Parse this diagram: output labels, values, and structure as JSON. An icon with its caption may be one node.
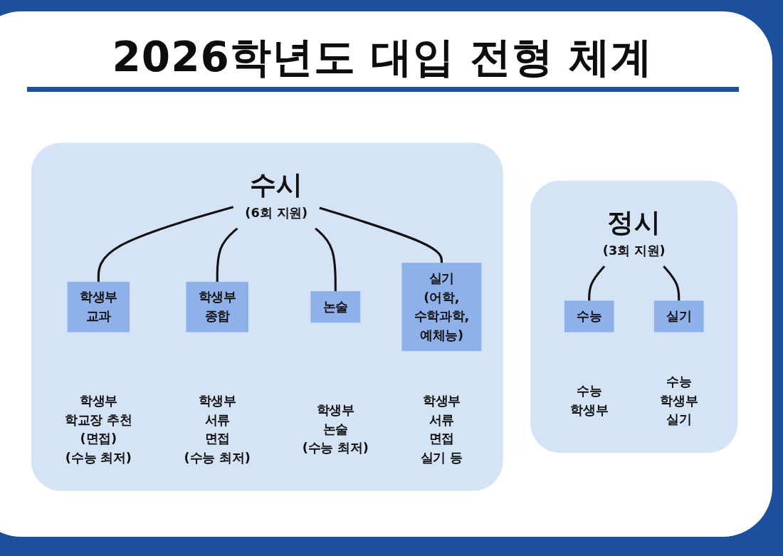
{
  "diagram": {
    "title": "2026학년도 대입 전형 체계",
    "nodes": [
      {
        "text": [],
        "shape": "box"
      },
      {
        "text": [
          "수시",
          "(6회 지원)"
        ],
        "in": 0
      },
      {
        "text": [
          "학생부 교과"
        ],
        "in": 0,
        "beside": [
          "학생부",
          "학교장 추천",
          "(면접)",
          "(수능 최저)"
        ]
      },
      {
        "text": [
          "학생부 종합"
        ],
        "in": 0,
        "beside": [
          "학생부",
          "서류",
          "면접",
          "(수능 최저)"
        ]
      },
      {
        "text": [
          "논술"
        ],
        "in": 0,
        "beside": [
          "학생부",
          "논술",
          "(수능 최저)"
        ]
      },
      {
        "text": [
          "실기 (어학, 수학과학, 예체능)"
        ],
        "in": 0,
        "beside": [
          "학생부",
          "서류",
          "면접",
          "실기 등"
        ]
      },
      {
        "text": [],
        "shape": "box"
      },
      {
        "text": [
          "정시",
          "(3회 지원)"
        ],
        "in": 6
      },
      {
        "text": [
          "수능"
        ],
        "in": 6,
        "beside": [
          "수능",
          "학생부"
        ]
      },
      {
        "text": [
          "실기"
        ],
        "in": 6,
        "beside": [
          "수능",
          "학생부",
          "실기"
        ]
      }
    ],
    "edges": [
      {
        "from": 1,
        "to": 2,
        "arrow": "none"
      },
      {
        "from": 1,
        "to": 3,
        "arrow": "none"
      },
      {
        "from": 1,
        "to": 4,
        "arrow": "none"
      },
      {
        "from": 1,
        "to": 5,
        "arrow": "none"
      },
      {
        "from": 7,
        "to": 8,
        "arrow": "none"
      },
      {
        "from": 7,
        "to": 9,
        "arrow": "none"
      }
    ]
  }
}
